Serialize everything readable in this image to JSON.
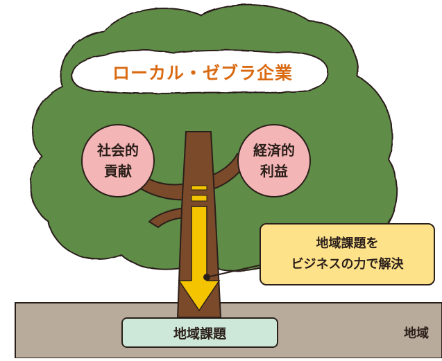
{
  "diagram": {
    "title": "ローカル・ゼブラ企業",
    "circles": {
      "left": [
        "社会的",
        "貢献"
      ],
      "right": [
        "経済的",
        "利益"
      ]
    },
    "callout": [
      "地域課題を",
      "ビジネスの力で解決"
    ],
    "ground_box": "地域課題",
    "ground_right": "地域"
  },
  "colors": {
    "canopy": "#5e8c47",
    "trunk": "#7a4a2a",
    "circle_fill": "#f3b5b5",
    "arrow": "#f5c400",
    "title_text": "#d96a12",
    "callout_fill": "#fde28a",
    "ground": "#b9ab9b",
    "ground_box_fill": "#cde8d8"
  }
}
